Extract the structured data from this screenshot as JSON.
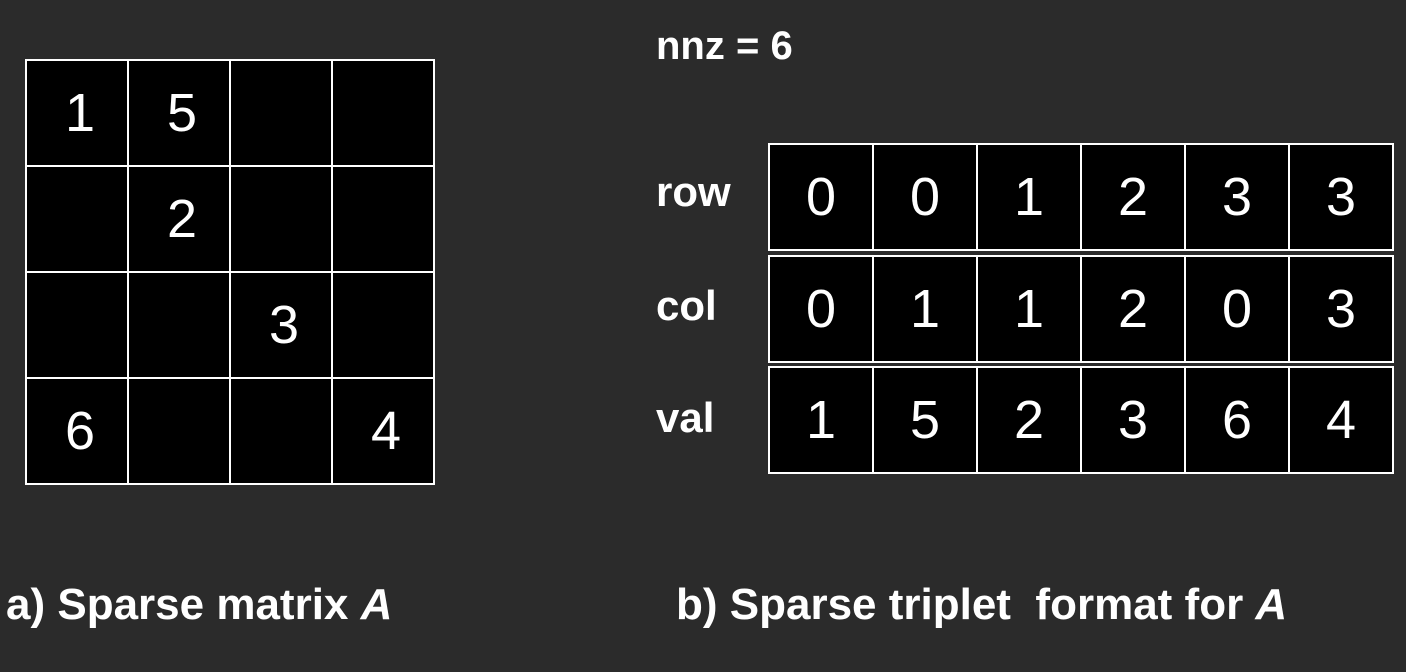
{
  "matrix": {
    "rows": [
      [
        "1",
        "5",
        "",
        ""
      ],
      [
        "",
        "2",
        "",
        ""
      ],
      [
        "",
        "",
        "3",
        ""
      ],
      [
        "6",
        "",
        "",
        "4"
      ]
    ]
  },
  "nnz_label": "nnz = 6",
  "triplet": {
    "row": {
      "label": "row",
      "values": [
        "0",
        "0",
        "1",
        "2",
        "3",
        "3"
      ]
    },
    "col": {
      "label": "col",
      "values": [
        "0",
        "1",
        "1",
        "2",
        "0",
        "3"
      ]
    },
    "val": {
      "label": "val",
      "values": [
        "1",
        "5",
        "2",
        "3",
        "6",
        "4"
      ]
    }
  },
  "captions": {
    "a_prefix": "a) Sparse matrix ",
    "a_var": "A",
    "b_prefix": "b) Sparse triplet  format for ",
    "b_var": "A"
  }
}
